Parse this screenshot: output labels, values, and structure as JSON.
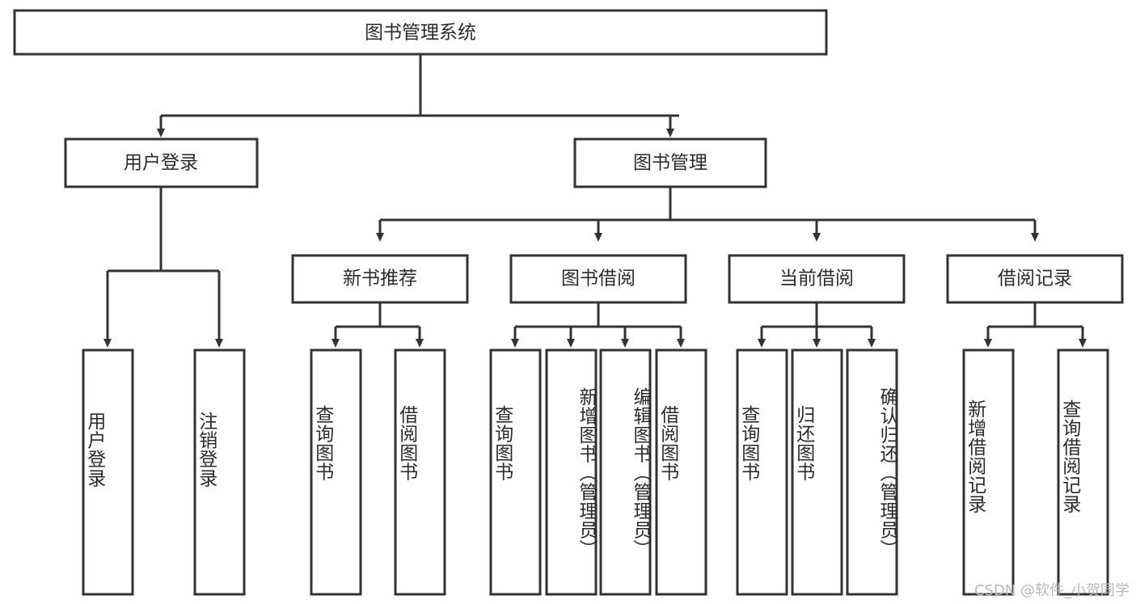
{
  "diagram": {
    "type": "tree",
    "title": "图书管理系统",
    "colors": {
      "stroke": "#333333",
      "fill": "#ffffff",
      "text": "#2b2b2b",
      "watermark": "#b9b9b9"
    },
    "root": {
      "label": "图书管理系统"
    },
    "level2": [
      {
        "label": "用户登录"
      },
      {
        "label": "图书管理"
      }
    ],
    "level3": [
      {
        "label": "新书推荐"
      },
      {
        "label": "图书借阅"
      },
      {
        "label": "当前借阅"
      },
      {
        "label": "借阅记录"
      }
    ],
    "leaves": [
      {
        "label": "用户登录",
        "parent": "用户登录"
      },
      {
        "label": "注销登录",
        "parent": "用户登录"
      },
      {
        "label": "查询图书",
        "parent": "新书推荐"
      },
      {
        "label": "借阅图书",
        "parent": "新书推荐"
      },
      {
        "label": "查询图书",
        "parent": "图书借阅"
      },
      {
        "label": "新增图书（管理员）",
        "parent": "图书借阅"
      },
      {
        "label": "编辑图书（管理员）",
        "parent": "图书借阅"
      },
      {
        "label": "借阅图书",
        "parent": "图书借阅"
      },
      {
        "label": "查询图书",
        "parent": "当前借阅"
      },
      {
        "label": "归还图书",
        "parent": "当前借阅"
      },
      {
        "label": "确认归还（管理员）",
        "parent": "当前借阅"
      },
      {
        "label": "新增借阅记录",
        "parent": "借阅记录"
      },
      {
        "label": "查询借阅记录",
        "parent": "借阅记录"
      }
    ]
  },
  "watermark": {
    "text": "CSDN @软件_小贺同学"
  }
}
